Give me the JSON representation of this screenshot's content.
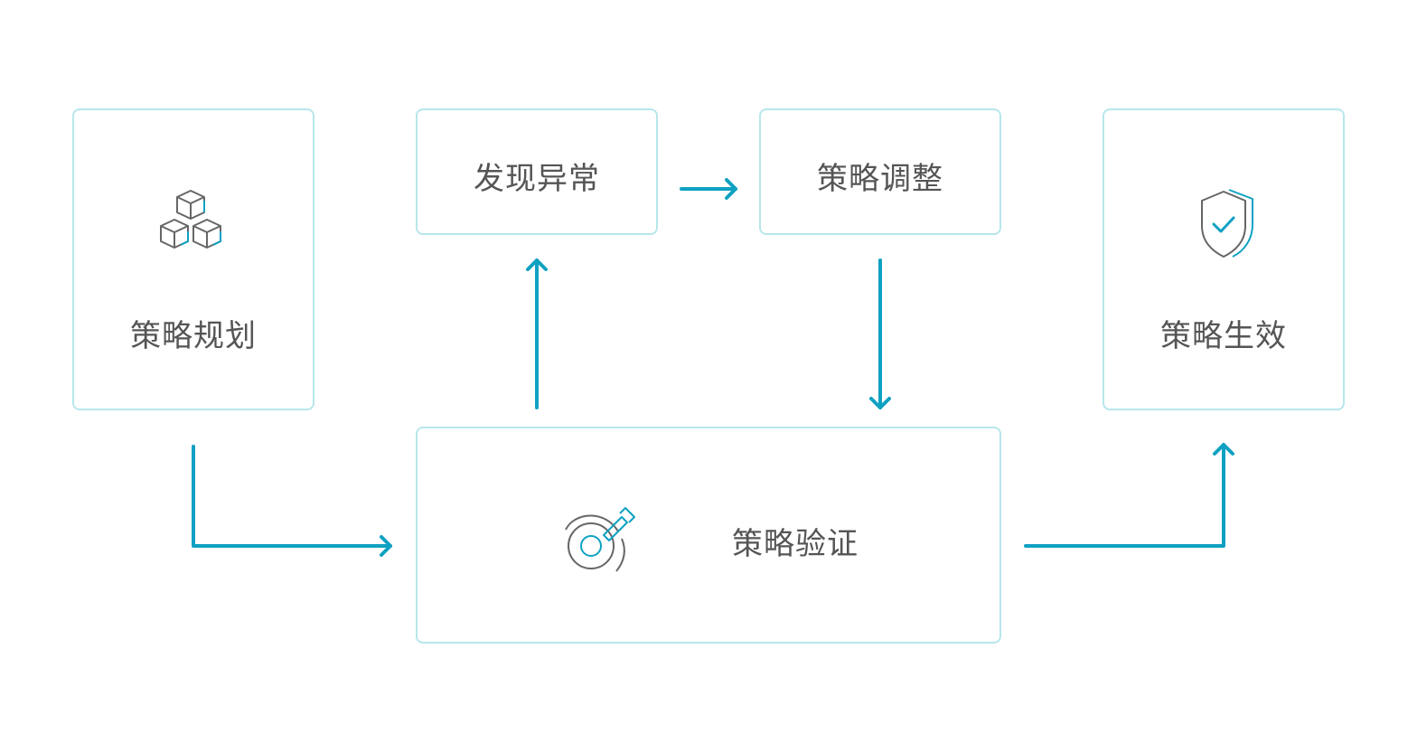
{
  "steps": {
    "plan": {
      "label": "策略规划",
      "icon": "cubes-icon"
    },
    "anomaly": {
      "label": "发现异常"
    },
    "adjust": {
      "label": "策略调整"
    },
    "verify": {
      "label": "策略验证",
      "icon": "target-lever-icon"
    },
    "effective": {
      "label": "策略生效",
      "icon": "shield-check-icon"
    }
  },
  "colors": {
    "accent": "#0fa1c2",
    "border": "#b7e6ec",
    "icon_gray": "#666666",
    "text": "#555555"
  }
}
